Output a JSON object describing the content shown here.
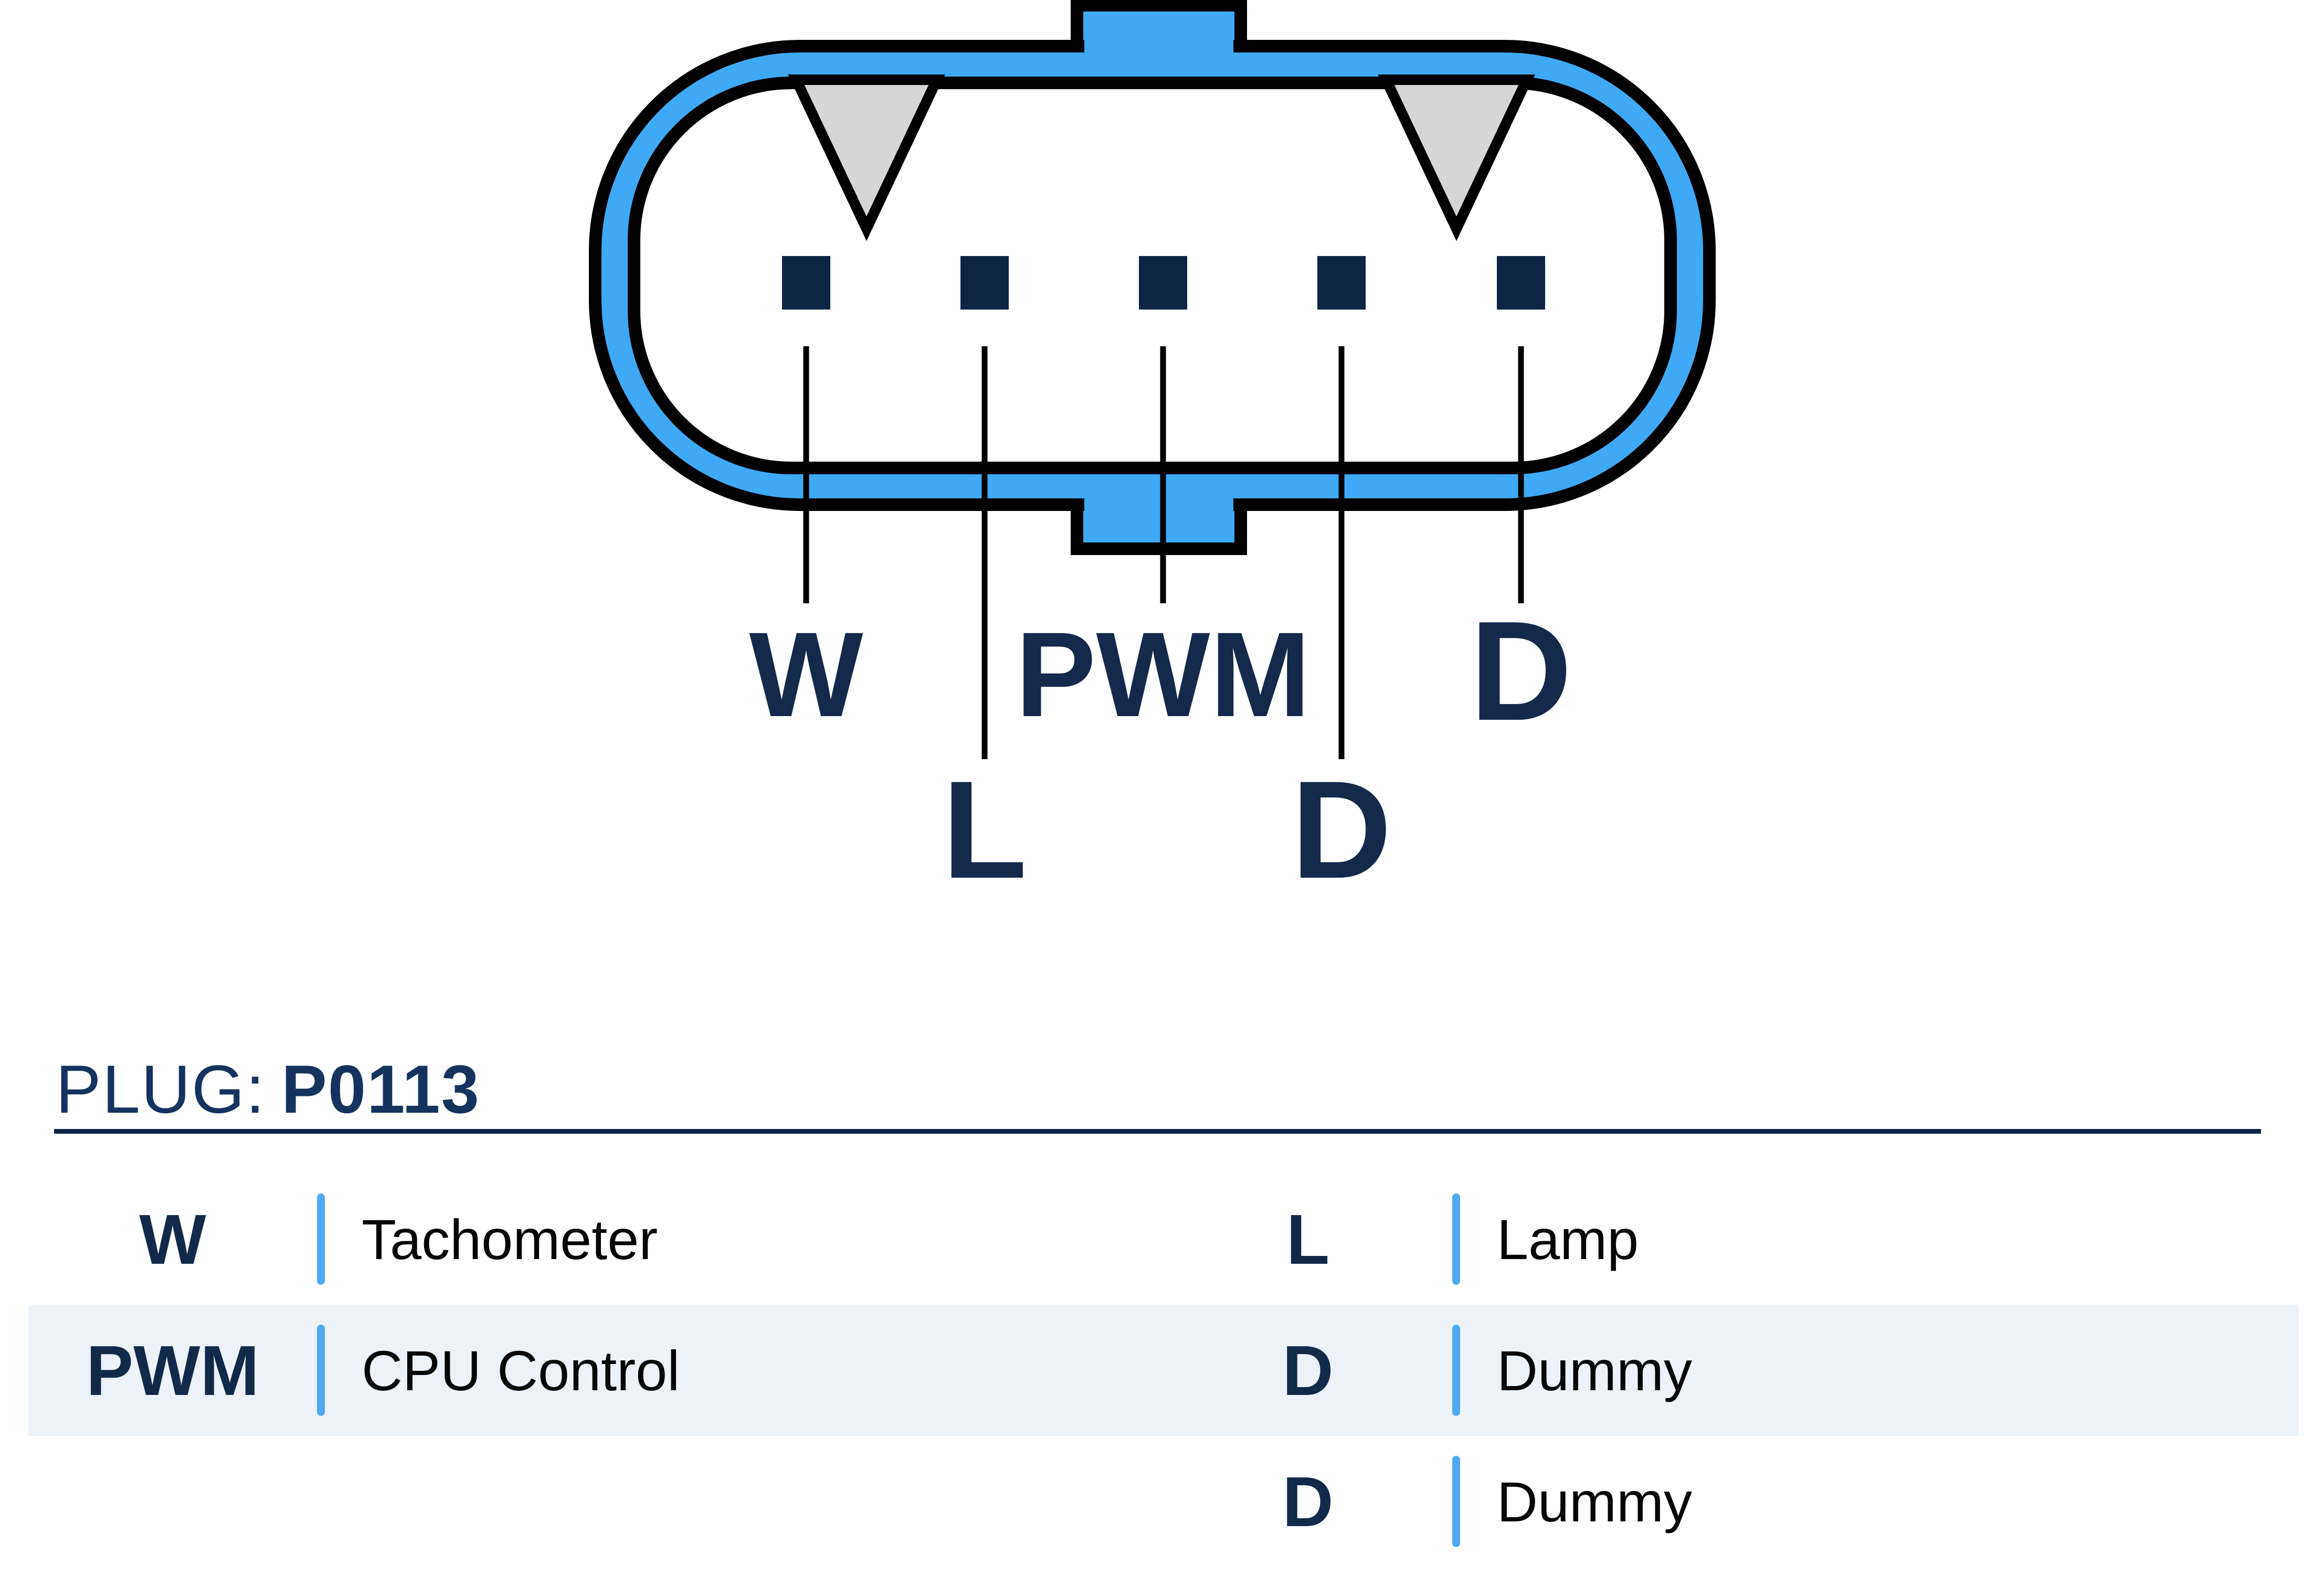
{
  "title": {
    "prefix": "PLUG:",
    "code": "P0113"
  },
  "connector": {
    "type": "5-pin-oval-plug",
    "pin_count": 5,
    "pins": [
      "W",
      "L",
      "PWM",
      "D",
      "D"
    ]
  },
  "legend": {
    "left": [
      {
        "key": "W",
        "value": "Tachometer"
      },
      {
        "key": "PWM",
        "value": "CPU Control"
      }
    ],
    "right": [
      {
        "key": "L",
        "value": "Lamp"
      },
      {
        "key": "D",
        "value": "Dummy"
      },
      {
        "key": "D",
        "value": "Dummy"
      }
    ]
  },
  "colors": {
    "connector_blue": "#3FA9F5",
    "outline_black": "#000000",
    "keyway_gray": "#D6D6D6",
    "pin_navy": "#0D2443",
    "pin_label_navy": "#14294B",
    "title_navy": "#16335F",
    "rule_navy": "#0F2547",
    "legend_key_navy": "#13294A",
    "legend_divider_blue": "#4FA9F3",
    "legend_row_alt_bg": "#EDF2F8",
    "legend_value_text": "#060606",
    "background": "#FFFFFF"
  }
}
